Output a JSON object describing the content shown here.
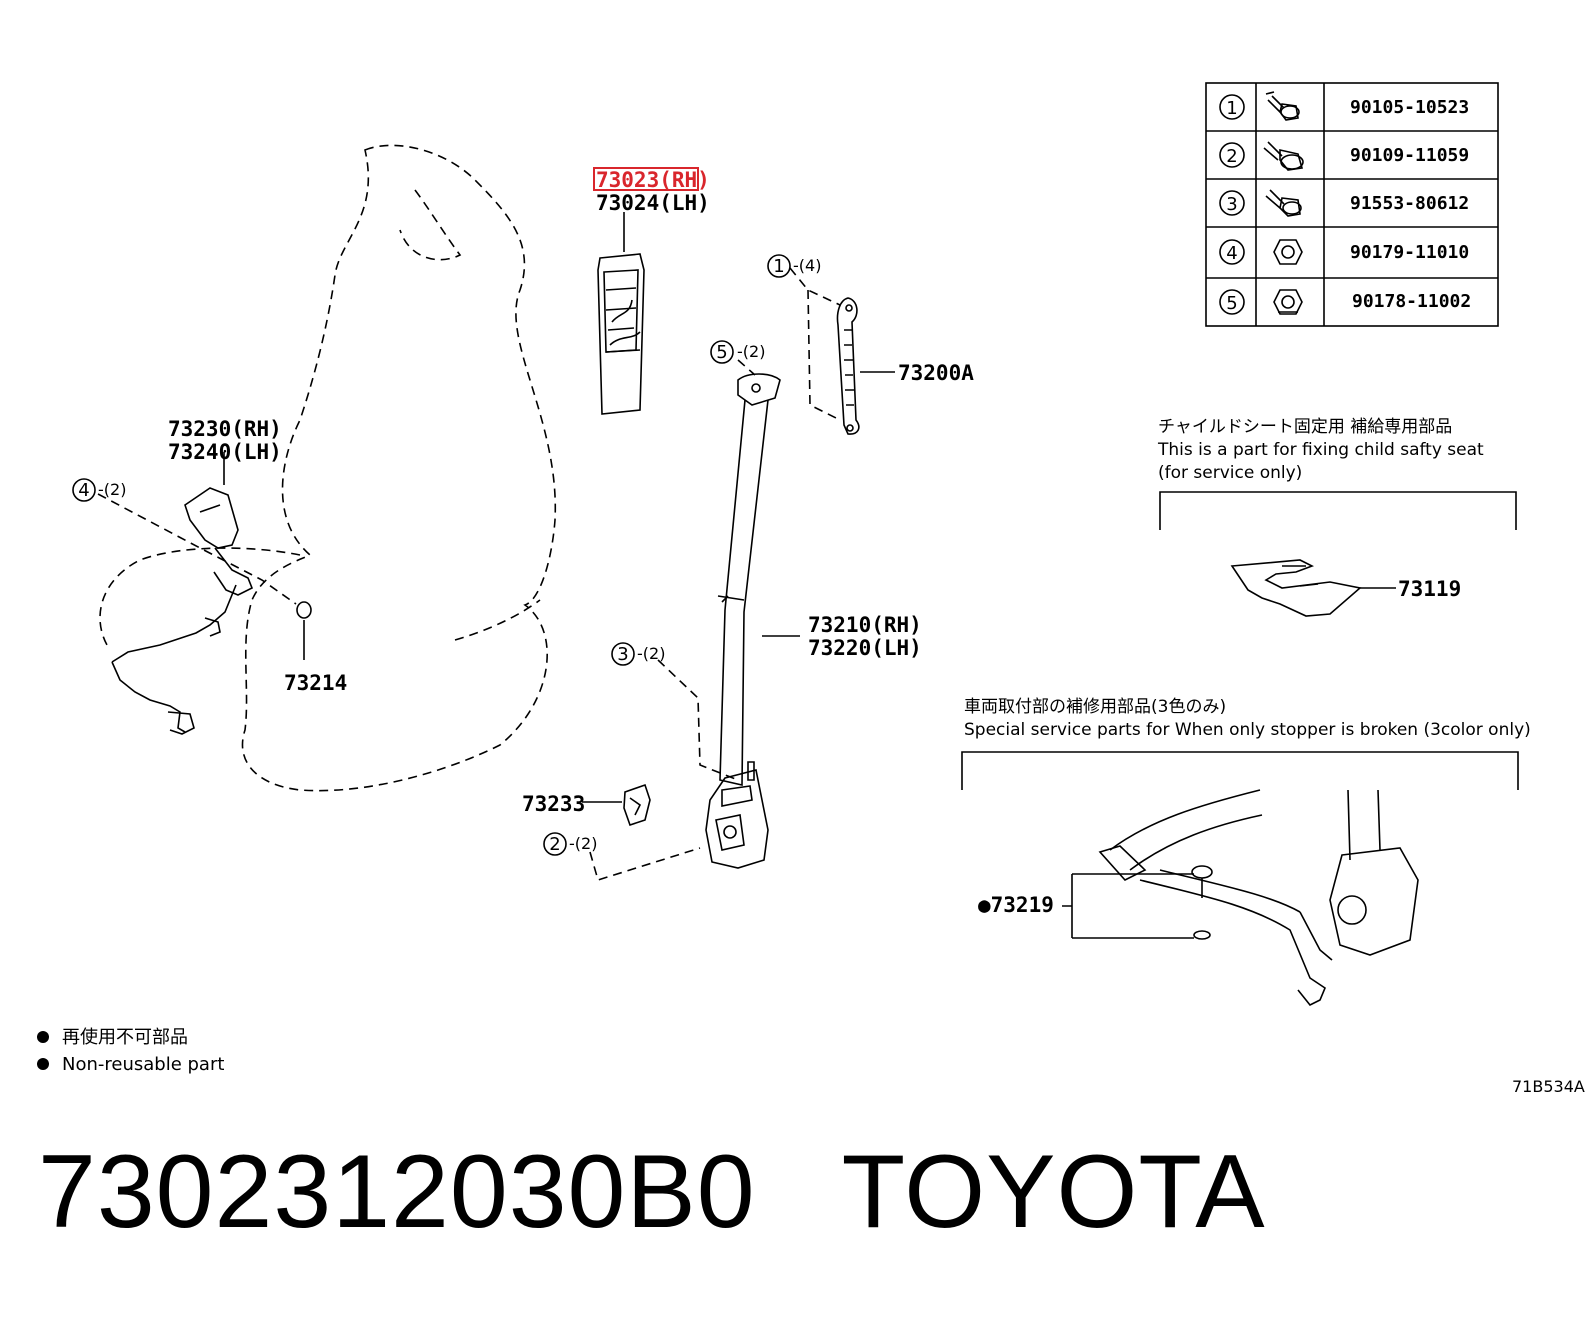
{
  "labels": {
    "p73023": "73023(RH)",
    "p73024": "73024(LH)",
    "p73200A": "73200A",
    "p73230": "73230(RH)",
    "p73240": "73240(LH)",
    "p73214": "73214",
    "p73210": "73210(RH)",
    "p73220": "73220(LH)",
    "p73233": "73233",
    "p73119": "73119",
    "p73219": "●73219",
    "callout_1_qty": "-(4)",
    "callout_5_qty": "-(2)",
    "callout_4_qty": "-(2)",
    "callout_3_qty": "-(2)",
    "callout_2_qty": "-(2)"
  },
  "fastener_table": {
    "rows": [
      {
        "ref": "1",
        "icon": "bolt-icon",
        "part_no": "90105-10523"
      },
      {
        "ref": "2",
        "icon": "bolt-icon",
        "part_no": "90109-11059"
      },
      {
        "ref": "3",
        "icon": "bolt-icon",
        "part_no": "91553-80612"
      },
      {
        "ref": "4",
        "icon": "nut-icon",
        "part_no": "90179-11010"
      },
      {
        "ref": "5",
        "icon": "nut-icon",
        "part_no": "90178-11002"
      }
    ]
  },
  "child_seat_note": {
    "jp": "チャイルドシート固定用 補給専用部品",
    "en_line1": "This is a part for fixing child safty seat",
    "en_line2": "(for service only)"
  },
  "stopper_note": {
    "jp": "車両取付部の補修用部品(3色のみ)",
    "en": "Special service parts for When only stopper is broken (3color only)"
  },
  "legend": {
    "jp": "再使用不可部品",
    "en": "Non-reusable part"
  },
  "diagram_code": "71B534A",
  "footer": {
    "part_number": "7302312030B0",
    "brand": "TOYOTA"
  },
  "colors": {
    "highlight": "#d9262c"
  }
}
